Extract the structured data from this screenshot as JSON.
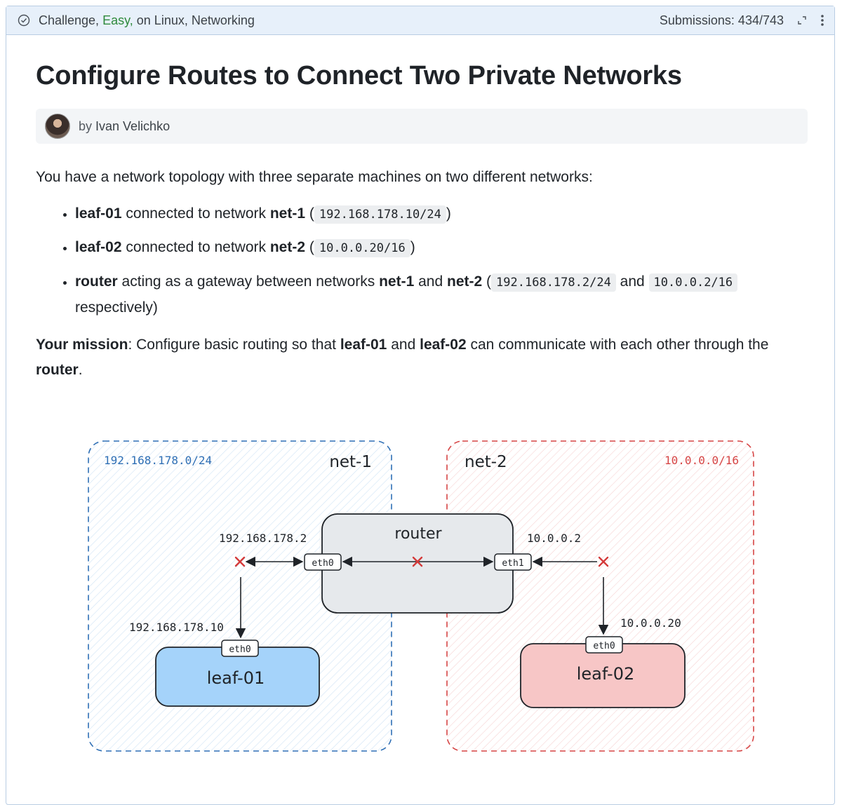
{
  "topbar": {
    "kind": "Challenge,",
    "difficulty": "Easy,",
    "context": "on Linux, Networking",
    "submissions": "Submissions: 434/743",
    "icons": [
      "check-circle-icon",
      "expand-icon",
      "more-vertical-icon"
    ]
  },
  "title": "Configure Routes to Connect Two Private Networks",
  "author": {
    "by": "by",
    "name": "Ivan Velichko"
  },
  "intro": "You have a network topology with three separate machines on two different networks:",
  "machines": [
    {
      "name": "leaf-01",
      "t1": "connected to network",
      "net": "net-1",
      "open": "(",
      "cidr": "192.168.178.10/24",
      "close": ")"
    },
    {
      "name": "leaf-02",
      "t1": "connected to network",
      "net": "net-2",
      "open": "(",
      "cidr": "10.0.0.20/16",
      "close": ")"
    }
  ],
  "router_item": {
    "name": "router",
    "t1": "acting as a gateway between networks",
    "net1": "net-1",
    "and": "and",
    "net2": "net-2",
    "open": "(",
    "cidr1": "192.168.178.2/24",
    "and2": "and",
    "cidr2": "10.0.0.2/16",
    "tail": "respectively)"
  },
  "mission": {
    "label": "Your mission",
    "t1": ": Configure basic routing so that",
    "leaf1": "leaf-01",
    "and": "and",
    "leaf2": "leaf-02",
    "t2": "can communicate with each other through the",
    "router": "router",
    "end": "."
  },
  "diagram": {
    "net1": {
      "name": "net-1",
      "cidr": "192.168.178.0/24",
      "color": "#2f6fb5"
    },
    "net2": {
      "name": "net-2",
      "cidr": "10.0.0.0/16",
      "color": "#d64545"
    },
    "router": {
      "name": "router",
      "eth0": "eth0",
      "eth1": "eth1",
      "ip0": "192.168.178.2",
      "ip1": "10.0.0.2"
    },
    "leaf1": {
      "name": "leaf-01",
      "eth": "eth0",
      "ip": "192.168.178.10"
    },
    "leaf2": {
      "name": "leaf-02",
      "eth": "eth0",
      "ip": "10.0.0.20"
    },
    "colors": {
      "leaf1_fill": "#a5d3fa",
      "leaf2_fill": "#f7c6c6",
      "router_fill": "#e6e9ec",
      "x_mark": "#d43a3a"
    }
  }
}
